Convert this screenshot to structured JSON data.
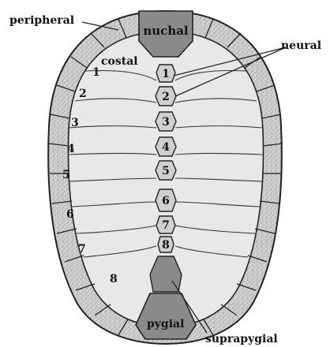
{
  "labels": {
    "peripheral": "peripheral",
    "nuchal": "nuchal",
    "neural": "neural",
    "costal": "costal",
    "pygial": "pygial",
    "suprapygial": "suprapygial"
  },
  "neural_numbers": [
    "1",
    "2",
    "3",
    "4",
    "5",
    "6",
    "7",
    "8"
  ],
  "costal_numbers": [
    "1",
    "2",
    "3",
    "4",
    "5",
    "6",
    "7",
    "8"
  ],
  "colors": {
    "peripheral_fill": "#c9c9c9",
    "interior_fill": "#e6e6e6",
    "dark_plate_fill": "#8a8a8a",
    "neural_fill": "#cfcfcf",
    "outline": "#222222"
  }
}
